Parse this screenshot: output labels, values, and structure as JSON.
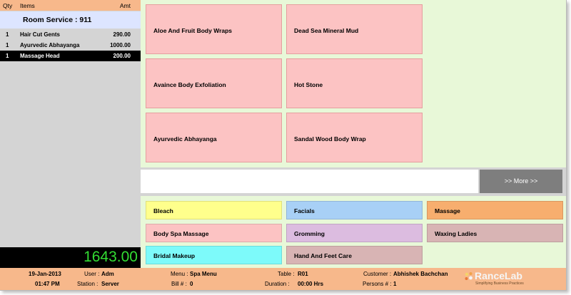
{
  "order": {
    "headers": {
      "qty": "Qty",
      "items": "Items",
      "amt": "Amt"
    },
    "room": "Room Service : 911",
    "rows": [
      {
        "qty": "1",
        "item": "Hair Cut Gents",
        "amt": "290.00",
        "selected": false
      },
      {
        "qty": "1",
        "item": "Ayurvedic Abhayanga",
        "amt": "1000.00",
        "selected": false
      },
      {
        "qty": "1",
        "item": "Massage Head",
        "amt": "200.00",
        "selected": true
      }
    ],
    "total": "1643.00"
  },
  "items": [
    "Aloe And Fruit Body Wraps",
    "Dead Sea Mineral Mud",
    "Avaince Body Exfoliation",
    "Hot Stone",
    "Ayurvedic Abhayanga",
    "Sandal Wood Body Wrap"
  ],
  "search": {
    "value": "",
    "placeholder": ""
  },
  "more_button": ">> More >>",
  "categories": [
    "Bleach",
    "Facials",
    "Massage",
    "Body Spa Massage",
    "Gromming",
    "Waxing Ladies",
    "Bridal Makeup",
    "Hand And Feet Care"
  ],
  "status": {
    "date": "19-Jan-2013",
    "time": "01:47 PM",
    "user_label": "User :",
    "user": "Adm",
    "station_label": "Station :",
    "station": "Server",
    "menu_label": "Menu :",
    "menu": "Spa Menu",
    "bill_label": "Bill # :",
    "bill": "0",
    "table_label": "Table :",
    "table": "R01",
    "duration_label": "Duration :",
    "duration": "00:00 Hrs",
    "customer_label": "Customer :",
    "customer": "Abhishek Bachchan",
    "persons_label": "Persons # :",
    "persons": "1"
  },
  "logo": {
    "name": "RanceLab",
    "tagline": "Simplifying Business Practices"
  },
  "colors": {
    "header": "#f7b88b",
    "item_tile": "#fcc3c3",
    "right_background": "#e8f8d8",
    "total_text": "#33dd33"
  }
}
